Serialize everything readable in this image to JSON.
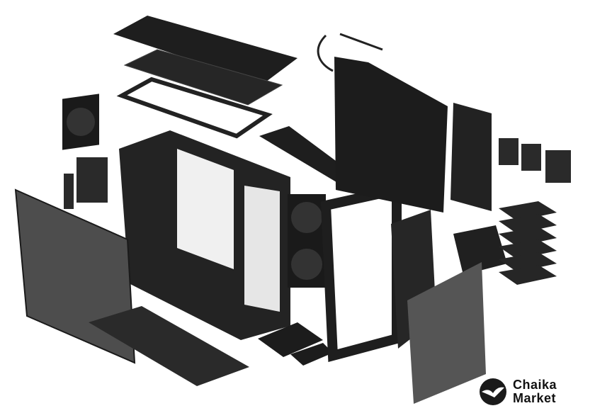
{
  "image": {
    "subject": "exploded-pc-case",
    "colors": {
      "background": "#ffffff",
      "panel": "#1c1c1c",
      "glass": "#4a4a4a",
      "mesh": "#2a2a2a"
    }
  },
  "watermark": {
    "line1": "Chaika",
    "line2": "Market"
  }
}
